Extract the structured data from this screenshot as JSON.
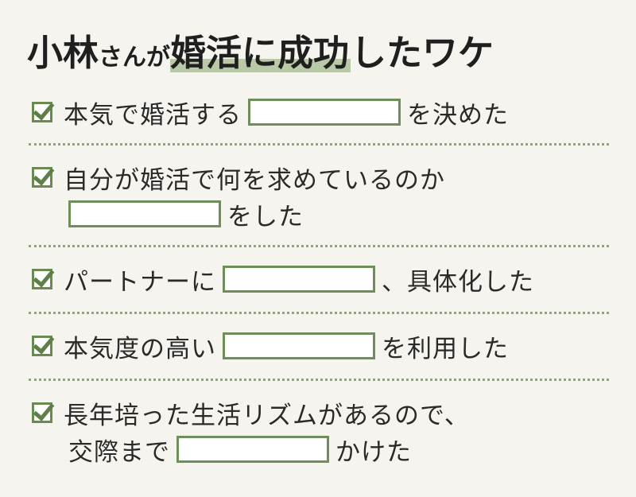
{
  "title": {
    "part1": "小林",
    "part2": "さんが",
    "part3": "婚活に成功",
    "part4": "したワケ"
  },
  "items": [
    {
      "before": "本気で婚活する",
      "after": "を決めた"
    },
    {
      "before": "自分が婚活で何を求めているのか",
      "after": "をした"
    },
    {
      "before": "パートナーに",
      "after": "、具体化した"
    },
    {
      "before": "本気度の高い",
      "after": "を利用した"
    },
    {
      "line1": "長年培った生活リズムがあるので、",
      "before": "交際まで",
      "after": "かけた"
    }
  ],
  "colors": {
    "background": "#f6f4ee",
    "accent_green": "#6e8f5a",
    "highlight": "#b9c8a6"
  }
}
